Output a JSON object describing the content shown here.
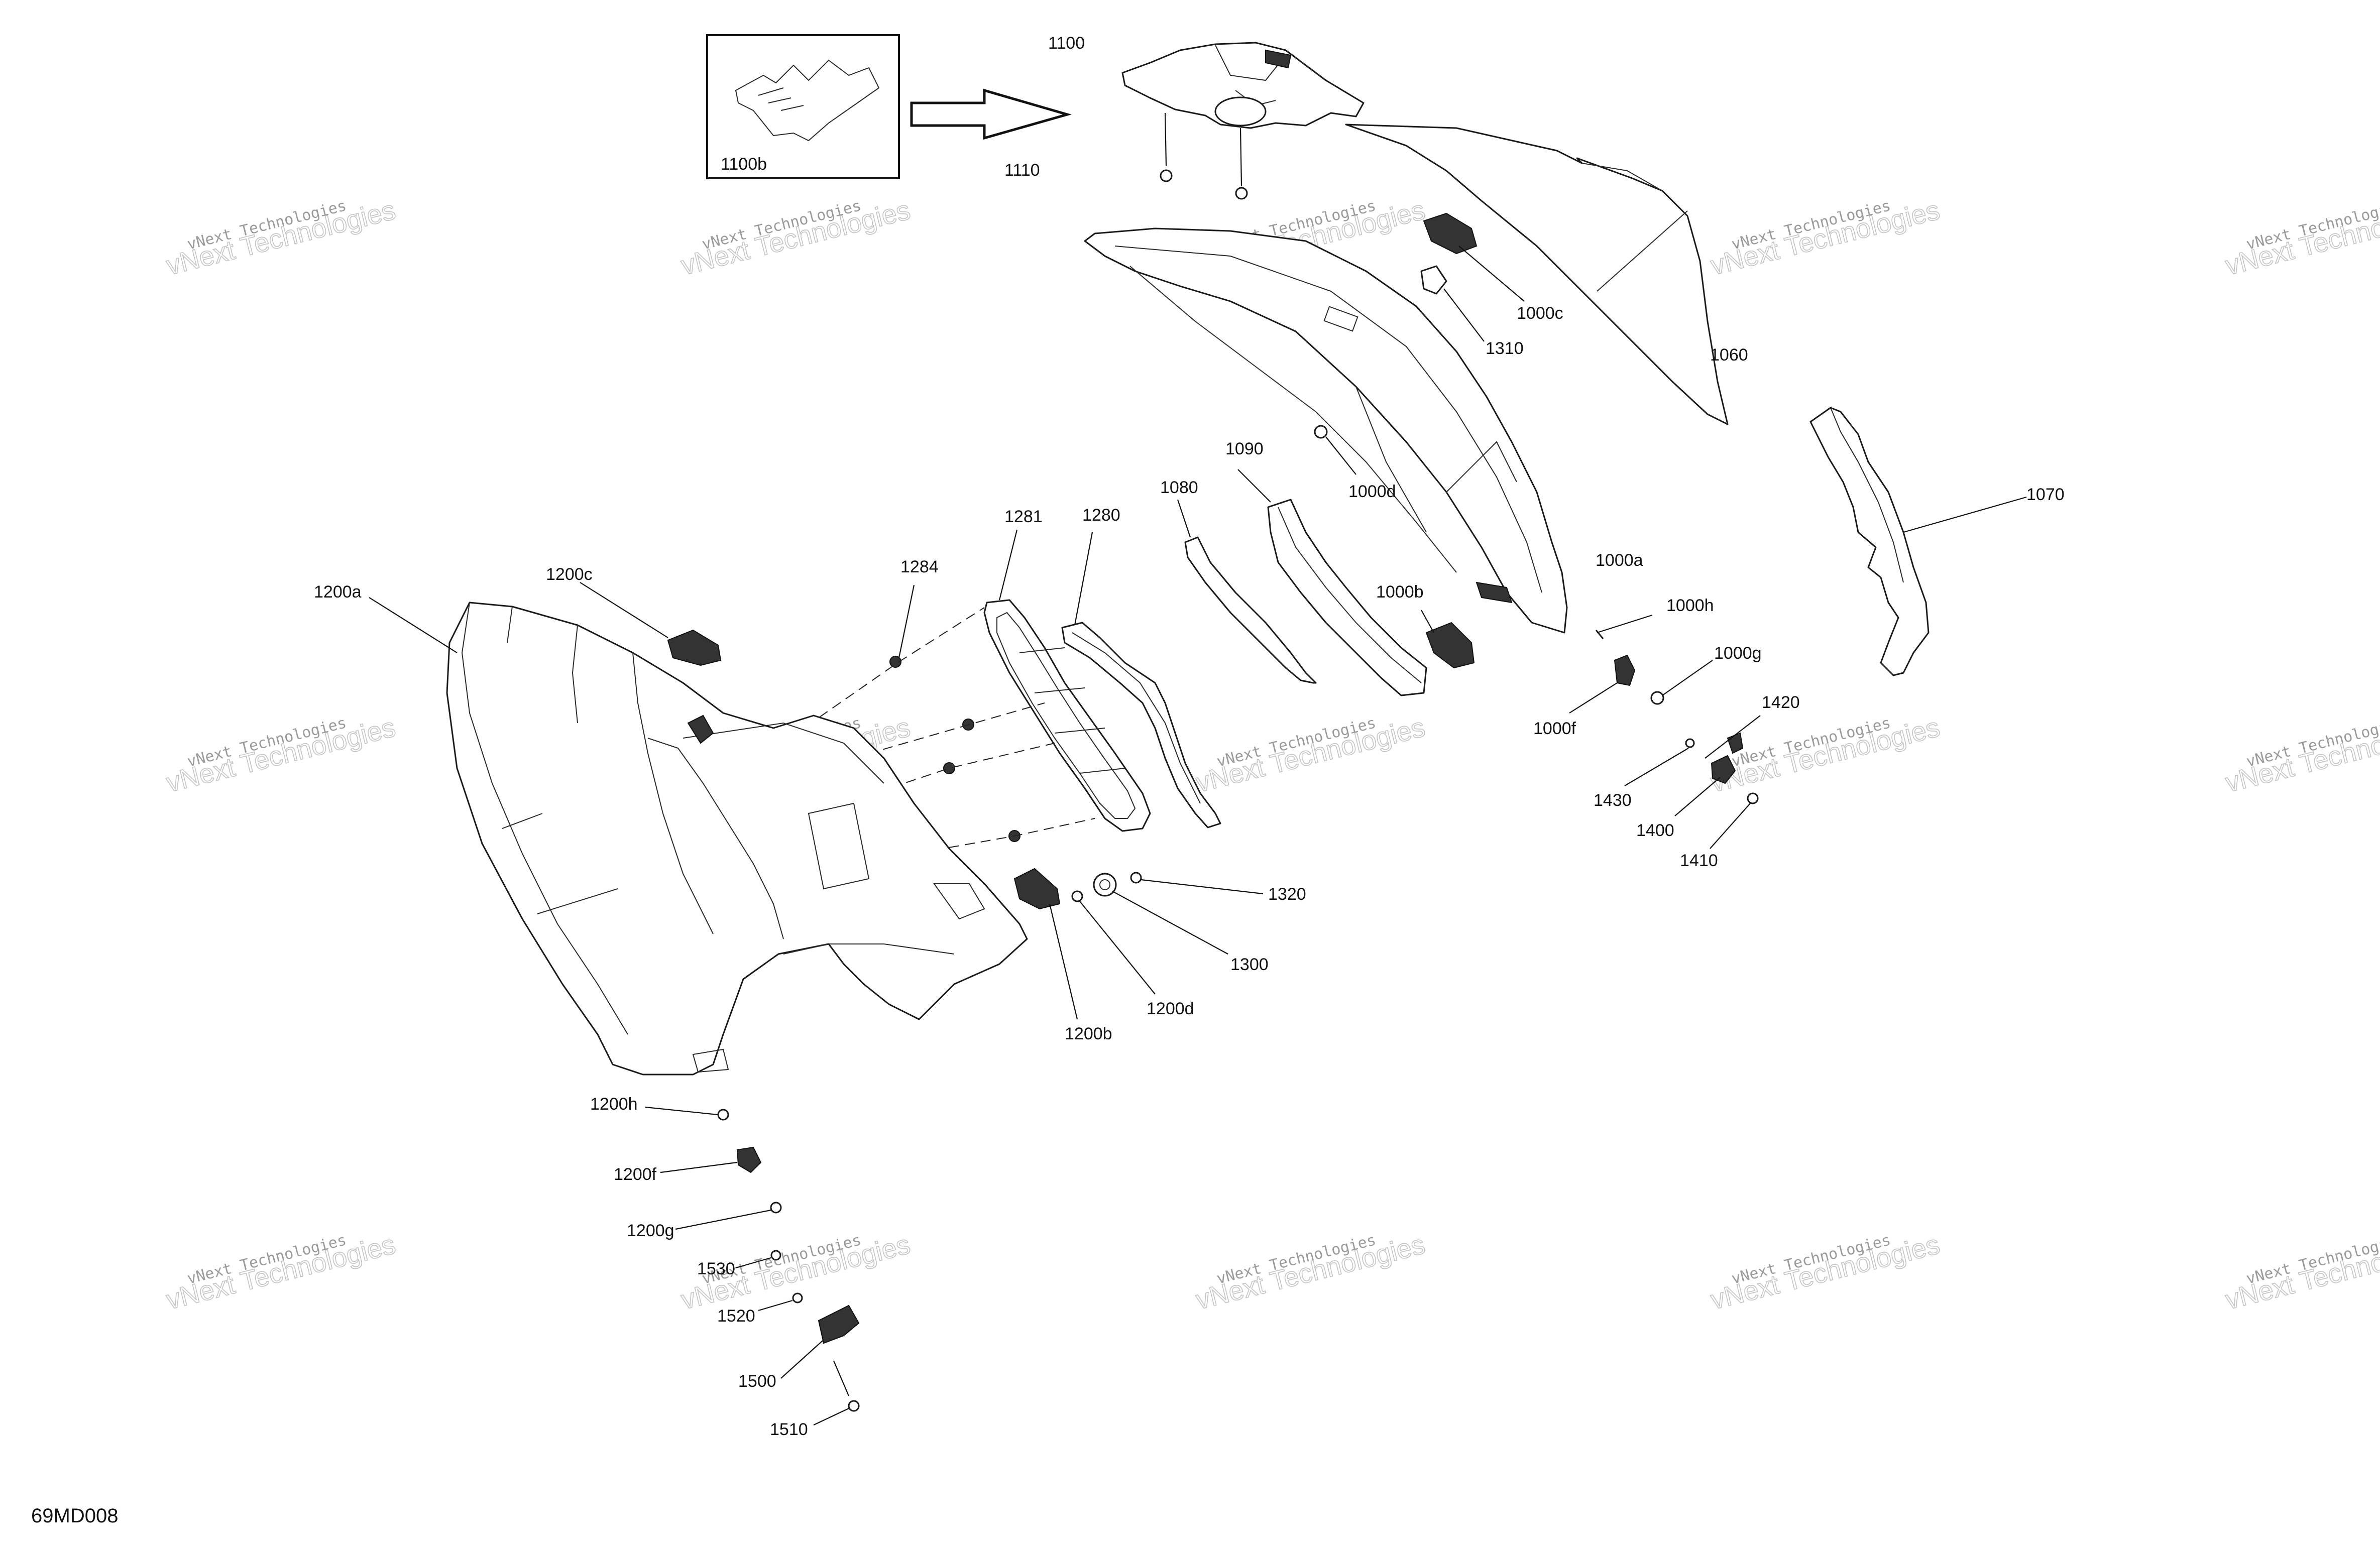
{
  "diagram": {
    "code": "69MD008",
    "watermark": {
      "line1": "vNext Technologies",
      "line2": "vNext Technologies"
    },
    "labels": {
      "p1100": "1100",
      "p1100b": "1100b",
      "p1110": "1110",
      "p1000c": "1000c",
      "p1310": "1310",
      "p1060": "1060",
      "p1000d": "1000d",
      "p1090": "1090",
      "p1080": "1080",
      "p1070": "1070",
      "p1000a": "1000a",
      "p1000b": "1000b",
      "p1000h": "1000h",
      "p1000g": "1000g",
      "p1000f": "1000f",
      "p1420": "1420",
      "p1430": "1430",
      "p1400": "1400",
      "p1410": "1410",
      "p1281": "1281",
      "p1280": "1280",
      "p1284": "1284",
      "p1200a": "1200a",
      "p1200c": "1200c",
      "p1320": "1320",
      "p1300": "1300",
      "p1200d": "1200d",
      "p1200b": "1200b",
      "p1200h": "1200h",
      "p1200f": "1200f",
      "p1200g": "1200g",
      "p1530": "1530",
      "p1520": "1520",
      "p1500": "1500",
      "p1510": "1510"
    }
  }
}
